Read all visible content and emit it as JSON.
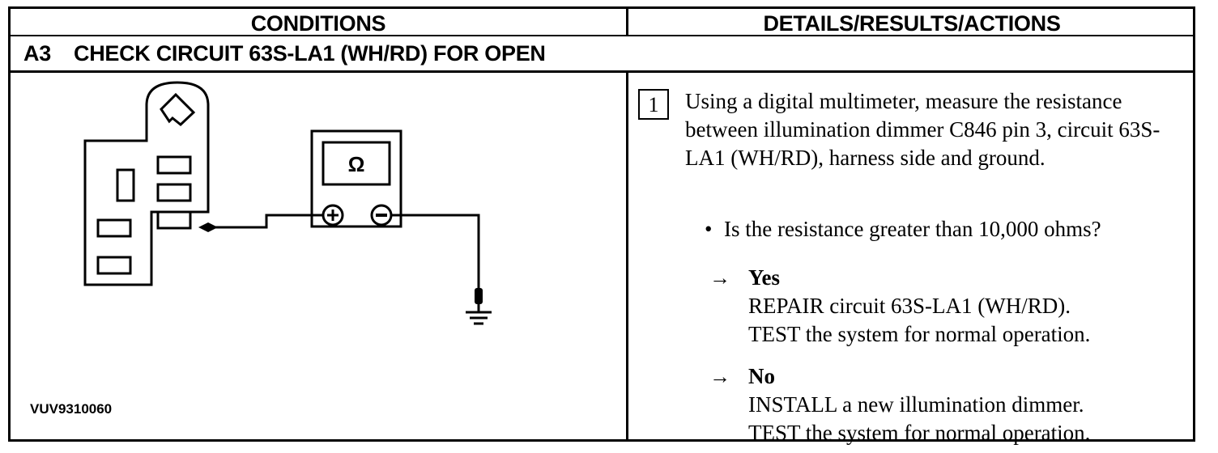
{
  "header": {
    "conditions": "CONDITIONS",
    "details": "DETAILS/RESULTS/ACTIONS"
  },
  "step": {
    "number": "A3",
    "title": "CHECK CIRCUIT 63S-LA1 (WH/RD) FOR OPEN"
  },
  "figure": {
    "id": "VUV9310060",
    "meter_symbol": "Ω",
    "positive_symbol": "+",
    "negative_symbol": "−"
  },
  "details": {
    "substep": "1",
    "instruction": "Using a digital multimeter, measure the resistance between illumination dimmer C846 pin 3, circuit 63S-LA1 (WH/RD), harness side and ground.",
    "question_bullet": "•",
    "question": "Is the resistance greater than 10,000 ohms?",
    "arrow_symbol": "→",
    "yes_label": "Yes",
    "yes_line1": "REPAIR circuit 63S-LA1 (WH/RD).",
    "yes_line2": "TEST the system for normal operation.",
    "no_label": "No",
    "no_line1": "INSTALL a new illumination dimmer.",
    "no_line2": "TEST the system for normal operation."
  }
}
